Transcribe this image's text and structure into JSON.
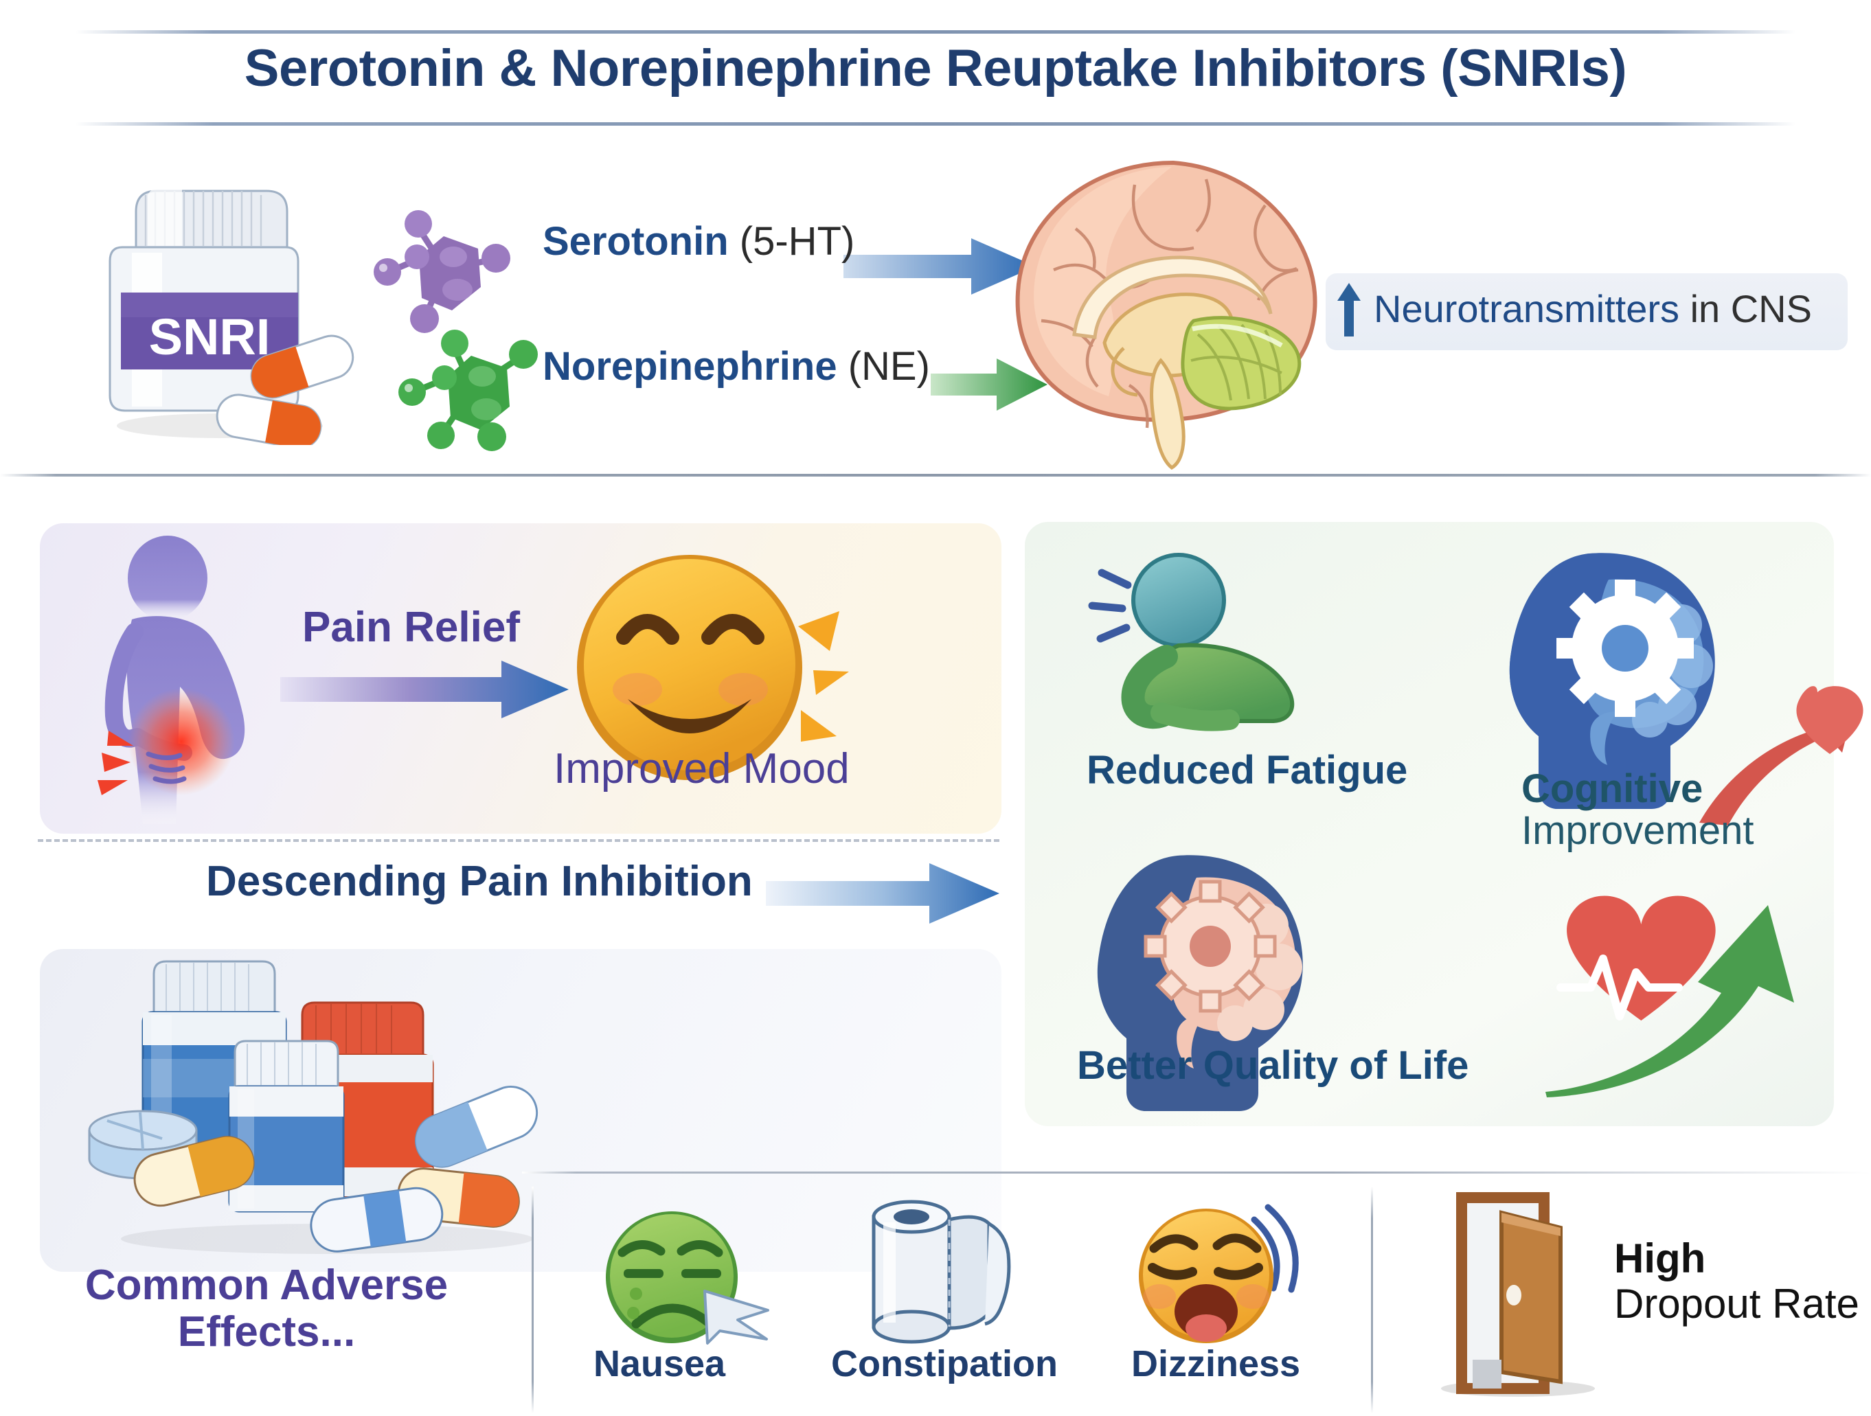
{
  "header": {
    "title": "Serotonin & Norepinephrine Reuptake Inhibitors (SNRIs)"
  },
  "mechanism": {
    "bottle_label": "SNRI",
    "serotonin": {
      "name": "Serotonin",
      "abbr": "(5-HT)",
      "icon": "serotonin-molecule-icon",
      "color": "#8f6fb5"
    },
    "norepinephrine": {
      "name": "Norepinephrine",
      "abbr": "(NE)",
      "icon": "norepinephrine-molecule-icon",
      "color": "#3da346"
    },
    "brain_icon": "brain-sagittal-icon",
    "outcome": {
      "arrow": "up-arrow-icon",
      "emphasis": "Neurotransmitters",
      "rest": " in CNS"
    }
  },
  "pain_panel": {
    "pain_relief_label": "Pain Relief",
    "improved_mood_label": "Improved Mood",
    "person_icon": "person-back-pain-icon",
    "smiley_icon": "smiling-face-icon",
    "arrow_icon": "right-arrow-icon"
  },
  "descending": {
    "label": "Descending Pain Inhibition",
    "arrow_icon": "right-arrow-icon"
  },
  "meds_panel": {
    "icon": "pill-bottles-pile-icon"
  },
  "benefits": {
    "items": [
      {
        "label": "Reduced Fatigue",
        "icon": "tired-person-icon"
      },
      {
        "label": "Cognitive",
        "label2": "Improvement",
        "icon": "head-gear-brain-icon"
      },
      {
        "label": "Better Quality of Life",
        "icon": "head-brain-gears-icon"
      }
    ],
    "heart_arrow_icon": "heart-red-arrow-icon",
    "heart_ecg_icon": "heart-ecg-green-arrow-icon"
  },
  "adverse": {
    "title_line1": "Common Adverse",
    "title_line2": "Effects...",
    "effects": [
      {
        "label": "Nausea",
        "icon": "nauseated-face-icon"
      },
      {
        "label": "Constipation",
        "icon": "toilet-paper-roll-icon"
      },
      {
        "label": "Dizziness",
        "icon": "dizzy-face-icon"
      }
    ]
  },
  "dropout": {
    "emphasis": "High",
    "rest": "Dropout Rate",
    "icon": "open-door-icon"
  },
  "colors": {
    "title_navy": "#1f3d6e",
    "accent_blue": "#3f74b8",
    "accent_green": "#3da346",
    "accent_purple": "#4b3f96",
    "serotonin_purple": "#8f6fb5",
    "heart_red": "#e0594f"
  }
}
